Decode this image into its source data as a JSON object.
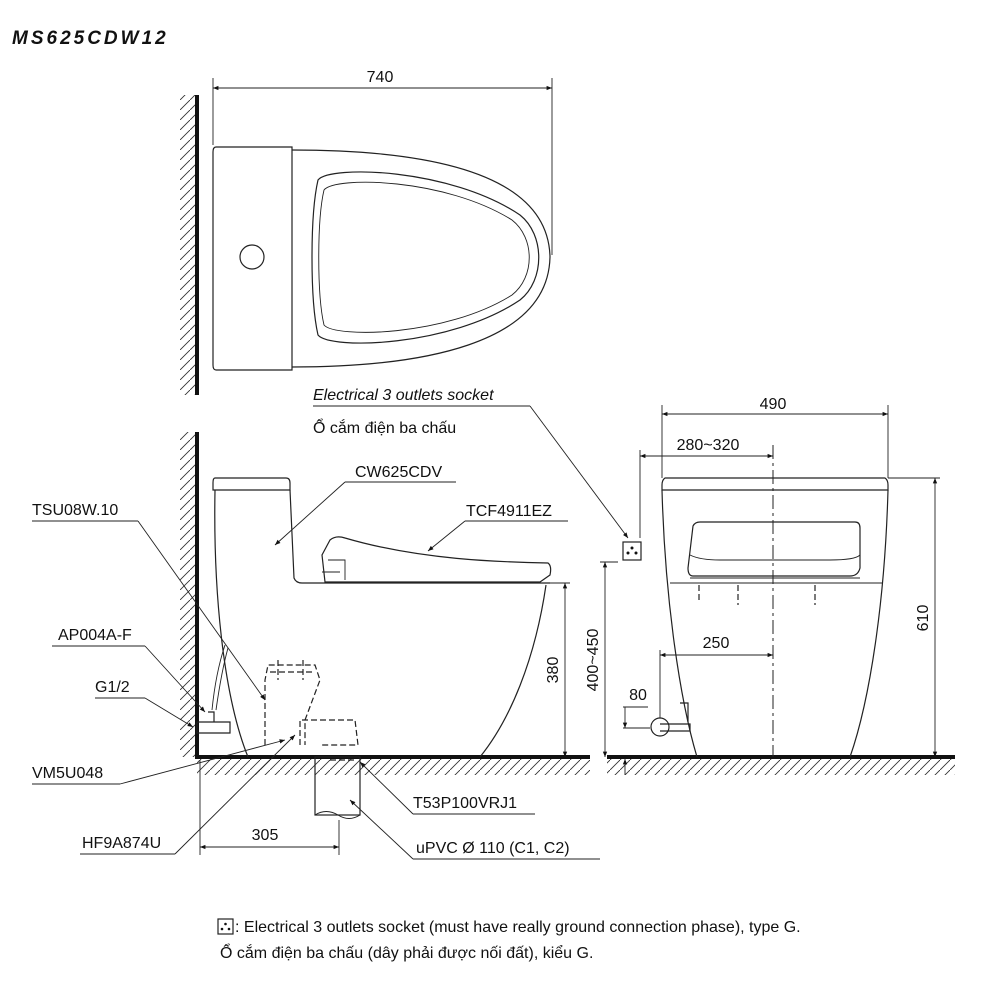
{
  "title": "MS625CDW12",
  "top_view": {
    "dim_length": "740"
  },
  "side_view": {
    "socket_label_en": "Electrical 3 outlets socket",
    "socket_label_vi": "Ổ cắm điện ba chấu",
    "labels": {
      "body": "CW625CDV",
      "seat": "TCF4911EZ",
      "hose": "TSU08W.10",
      "valve": "AP004A-F",
      "thread": "G1/2",
      "flange": "VM5U048",
      "bolt": "HF9A874U",
      "adapter": "T53P100VRJ1",
      "pipe": "uPVC Ø 110 (C1, C2)"
    },
    "dims": {
      "seat_height": "380",
      "socket_height": "400~450",
      "drain_offset": "305"
    }
  },
  "front_view": {
    "dims": {
      "width": "490",
      "socket_offset": "280~320",
      "supply_offset": "250",
      "supply_height": "80",
      "height": "610"
    }
  },
  "legend": {
    "line_en": ": Electrical 3 outlets socket (must have really ground connection phase), type G.",
    "line_vi": "Ổ cắm điện ba chấu (dây phải được nối đất), kiểu G."
  }
}
